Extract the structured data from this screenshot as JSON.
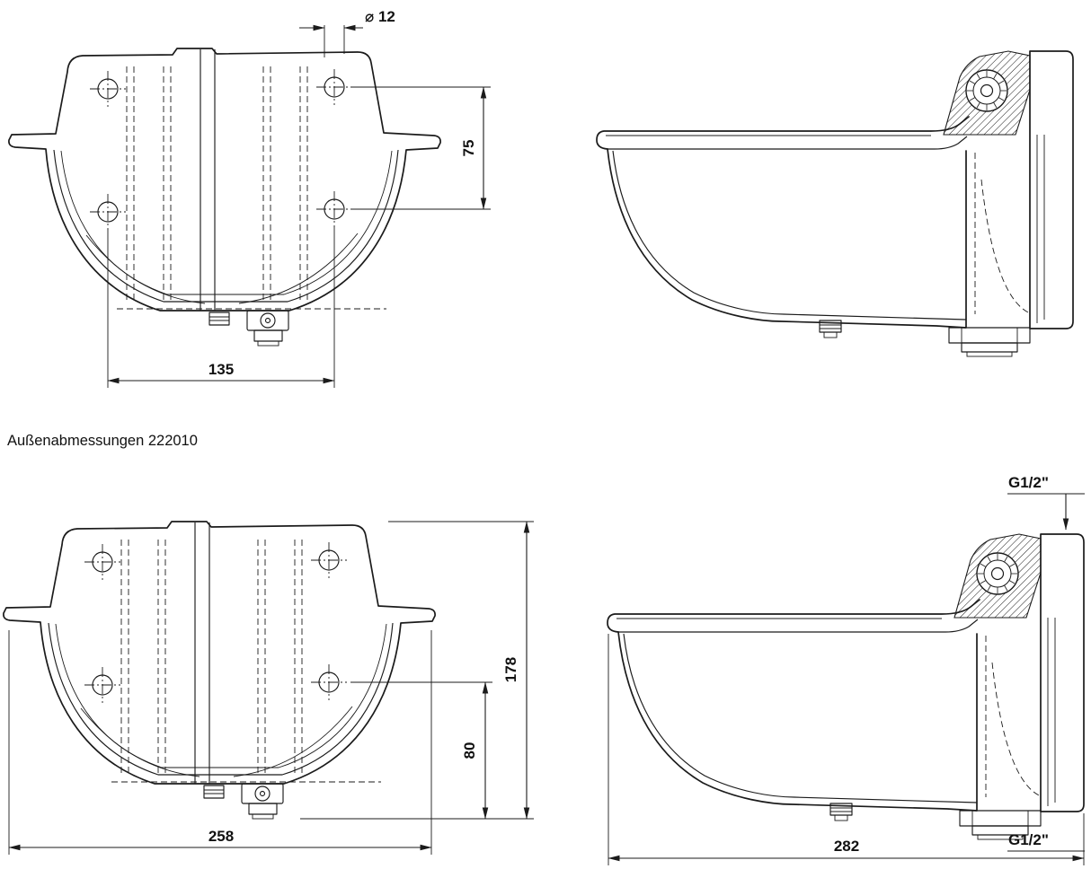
{
  "title": "Außenabmessungen 222010",
  "colors": {
    "ink": "#1b1b1b",
    "background": "#ffffff"
  },
  "dimensions": {
    "hole_diameter": "⌀ 12",
    "hole_spacing_vertical": "75",
    "hole_spacing_horizontal": "135",
    "overall_height": "178",
    "drain_height": "80",
    "overall_width_front": "258",
    "overall_depth_side": "282",
    "thread_top": "G1/2\"",
    "thread_bottom": "G1/2\""
  }
}
